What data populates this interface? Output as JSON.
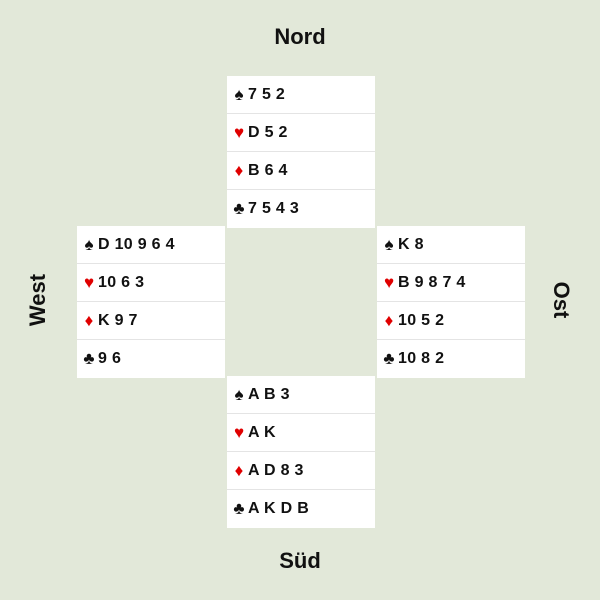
{
  "labels": {
    "north": "Nord",
    "south": "Süd",
    "west": "West",
    "east": "Ost"
  },
  "suits": {
    "spades": "♠",
    "hearts": "♥",
    "diamonds": "♦",
    "clubs": "♣"
  },
  "colors": {
    "background": "#e2e8d9",
    "black_suit": "#111111",
    "red_suit": "#e00000",
    "hand_bg": "#ffffff"
  },
  "hands": {
    "north": {
      "spades": "7 5 2",
      "hearts": "D 5 2",
      "diamonds": "B 6 4",
      "clubs": "7 5 4 3"
    },
    "west": {
      "spades": "D 10 9 6 4",
      "hearts": "10 6 3",
      "diamonds": "K 9 7",
      "clubs": "9 6"
    },
    "east": {
      "spades": "K 8",
      "hearts": "B 9 8 7 4",
      "diamonds": "10 5 2",
      "clubs": "10 8 2"
    },
    "south": {
      "spades": "A B 3",
      "hearts": "A K",
      "diamonds": "A D 8 3",
      "clubs": "A K D B"
    }
  }
}
